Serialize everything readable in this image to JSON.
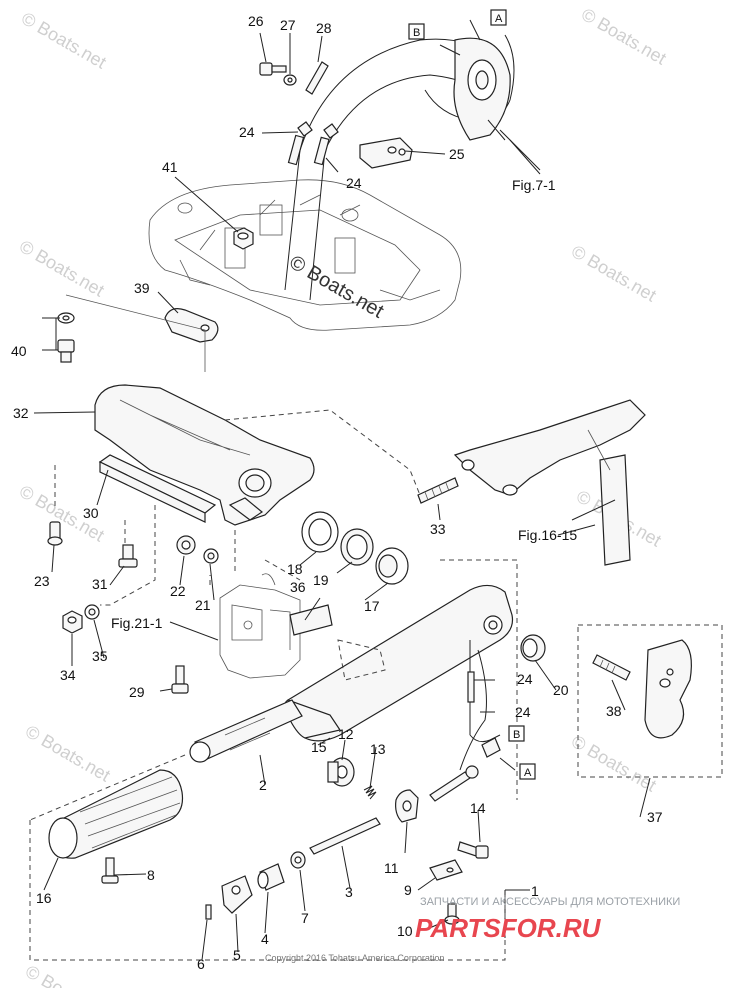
{
  "diagram": {
    "callouts": [
      {
        "id": "c26",
        "text": "26"
      },
      {
        "id": "c27",
        "text": "27"
      },
      {
        "id": "c28",
        "text": "28"
      },
      {
        "id": "c24a",
        "text": "24"
      },
      {
        "id": "c25",
        "text": "25"
      },
      {
        "id": "c24b",
        "text": "24"
      },
      {
        "id": "c41",
        "text": "41"
      },
      {
        "id": "c39",
        "text": "39"
      },
      {
        "id": "c40",
        "text": "40"
      },
      {
        "id": "c32",
        "text": "32"
      },
      {
        "id": "c30",
        "text": "30"
      },
      {
        "id": "c33",
        "text": "33"
      },
      {
        "id": "c23",
        "text": "23"
      },
      {
        "id": "c31",
        "text": "31"
      },
      {
        "id": "c22",
        "text": "22"
      },
      {
        "id": "c18",
        "text": "18"
      },
      {
        "id": "c19",
        "text": "19"
      },
      {
        "id": "c21",
        "text": "21"
      },
      {
        "id": "c36",
        "text": "36"
      },
      {
        "id": "c17",
        "text": "17"
      },
      {
        "id": "c34",
        "text": "34"
      },
      {
        "id": "c35",
        "text": "35"
      },
      {
        "id": "c29",
        "text": "29"
      },
      {
        "id": "c24c",
        "text": "24"
      },
      {
        "id": "c24d",
        "text": "24"
      },
      {
        "id": "c20",
        "text": "20"
      },
      {
        "id": "c38",
        "text": "38"
      },
      {
        "id": "c15",
        "text": "15"
      },
      {
        "id": "c12",
        "text": "12"
      },
      {
        "id": "c13",
        "text": "13"
      },
      {
        "id": "c2",
        "text": "2"
      },
      {
        "id": "c14",
        "text": "14"
      },
      {
        "id": "c16",
        "text": "16"
      },
      {
        "id": "c8",
        "text": "8"
      },
      {
        "id": "c11",
        "text": "11"
      },
      {
        "id": "c3",
        "text": "3"
      },
      {
        "id": "c9",
        "text": "9"
      },
      {
        "id": "c1",
        "text": "1"
      },
      {
        "id": "c7",
        "text": "7"
      },
      {
        "id": "c4",
        "text": "4"
      },
      {
        "id": "c10",
        "text": "10"
      },
      {
        "id": "c6",
        "text": "6"
      },
      {
        "id": "c5",
        "text": "5"
      },
      {
        "id": "c37",
        "text": "37"
      }
    ],
    "figure_refs": {
      "fig7": "Fig.7-1",
      "fig16": "Fig.16-15",
      "fig21": "Fig.21-1"
    },
    "box_labels": {
      "b_top": "B",
      "a_top": "A",
      "b_mid": "B",
      "a_mid": "A"
    },
    "center_watermark": "© Boats.net",
    "watermark": "© Boats.net",
    "footer_copyright": "Copyright 2016 Tohatsu America Corporation",
    "brand_tagline": "ЗАПЧАСТИ И АКСЕССУАРЫ ДЛЯ МОТОТЕХНИКИ",
    "brand_name": "PARTSFOR.RU",
    "colors": {
      "line": "#222222",
      "brand": "#e8464f",
      "watermark": "#cfcfcf"
    }
  }
}
